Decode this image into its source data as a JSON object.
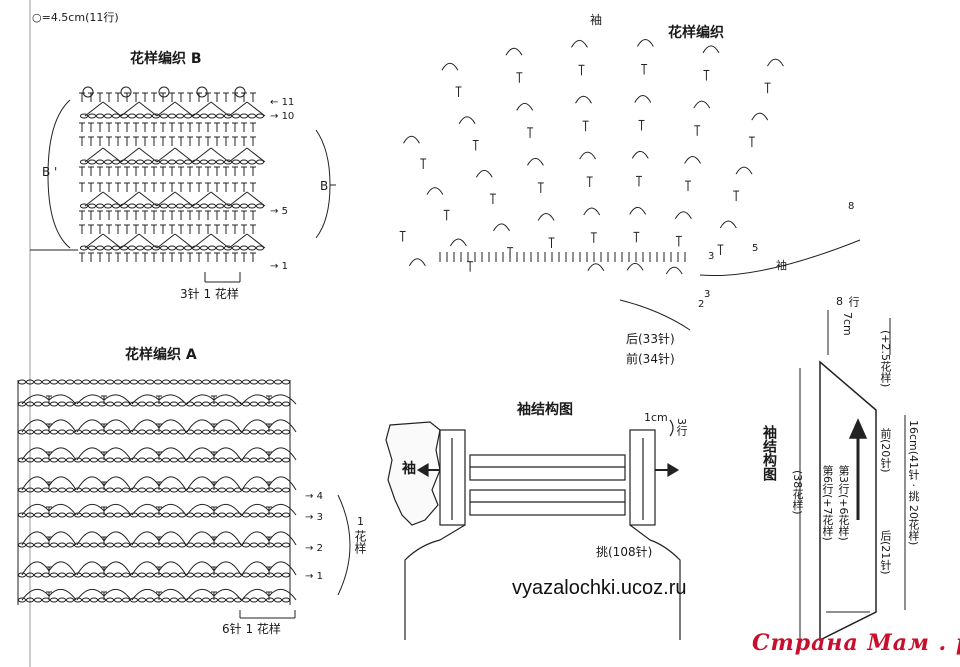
{
  "gauge": "○=4.5cm(11行)",
  "pattern_b": {
    "title": "花样编织 B",
    "left_label": "B '",
    "right_label": "B",
    "row_numbers": [
      "11",
      "10",
      "5",
      "1"
    ],
    "repeat": "3针 1 花样"
  },
  "pattern_a": {
    "title": "花样编织 A",
    "row_numbers": [
      "4",
      "3",
      "2",
      "1"
    ],
    "bracket_label_num": "1",
    "bracket_label_text": "花样",
    "repeat": "6针 1 花样"
  },
  "pattern_fan": {
    "title": "花样编织",
    "sleeve_top": "袖",
    "sleeve_bottom": "袖",
    "row_labels": [
      "8",
      "5",
      "3",
      "3",
      "2"
    ],
    "back": "后(33针)",
    "front": "前(34针)"
  },
  "sleeve_construction": {
    "title": "袖结构图",
    "sleeve": "袖",
    "height": "1cm",
    "rows": "3行",
    "pickup": "挑(108针)"
  },
  "sleeve_diagram": {
    "title": "袖结构图",
    "top_rows_num": "8",
    "top_rows_unit": "行",
    "top_cm": "7cm",
    "increase": "(+2.5花样)",
    "total": "(38花样)",
    "row6": "第6行(+7花样)",
    "row3": "第3行(+6花样)",
    "front": "前(20针)",
    "back": "后(21针)",
    "bottom": "16cm(41针 · 挑 20花样)"
  },
  "site": "vyazalochki.ucoz.ru",
  "watermark": "Страна Мам . ру"
}
